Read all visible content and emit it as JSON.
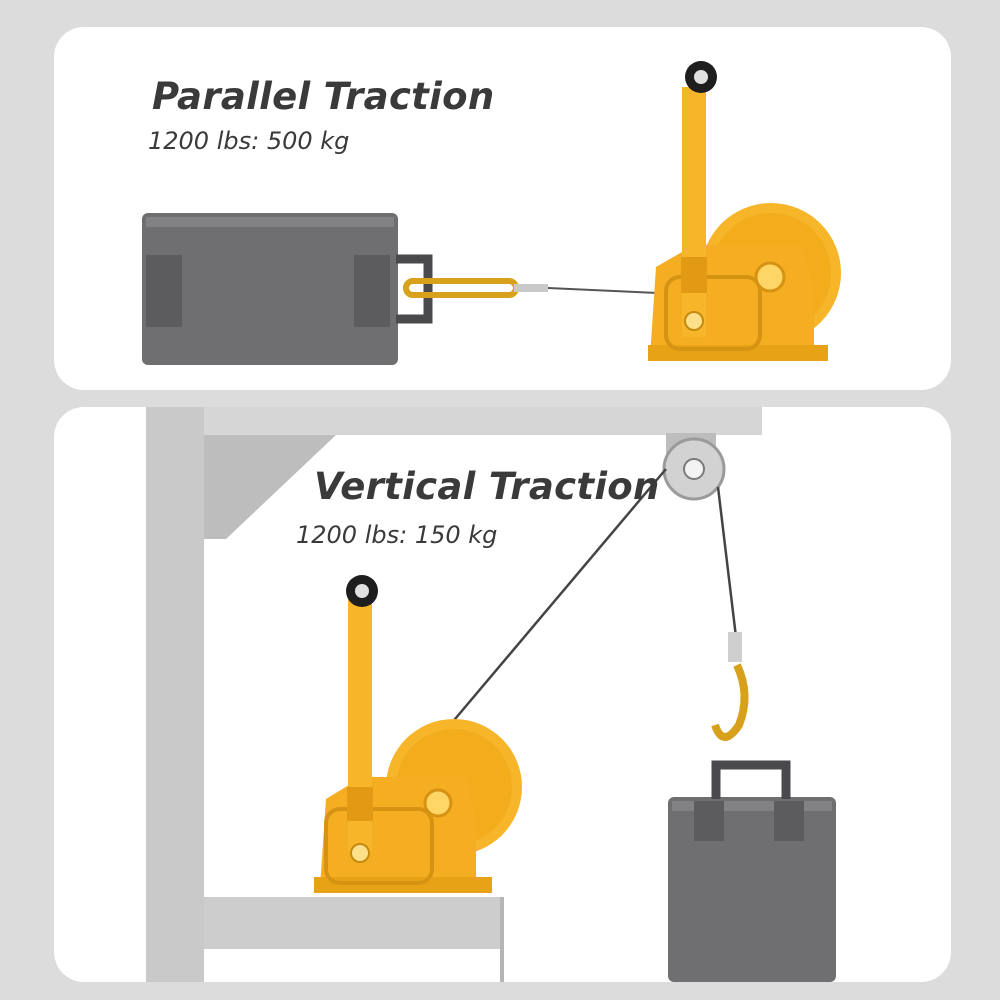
{
  "parallel": {
    "title": "Parallel Traction",
    "capacity": "1200 lbs: 500 kg"
  },
  "vertical": {
    "title": "Vertical Traction",
    "capacity": "1200 lbs: 150 kg"
  },
  "colors": {
    "winch": "#f7b52a",
    "winch_dark": "#e29a14",
    "box": "#6e6e70",
    "box_dark": "#58585a",
    "frame": "#c9c9c9"
  }
}
